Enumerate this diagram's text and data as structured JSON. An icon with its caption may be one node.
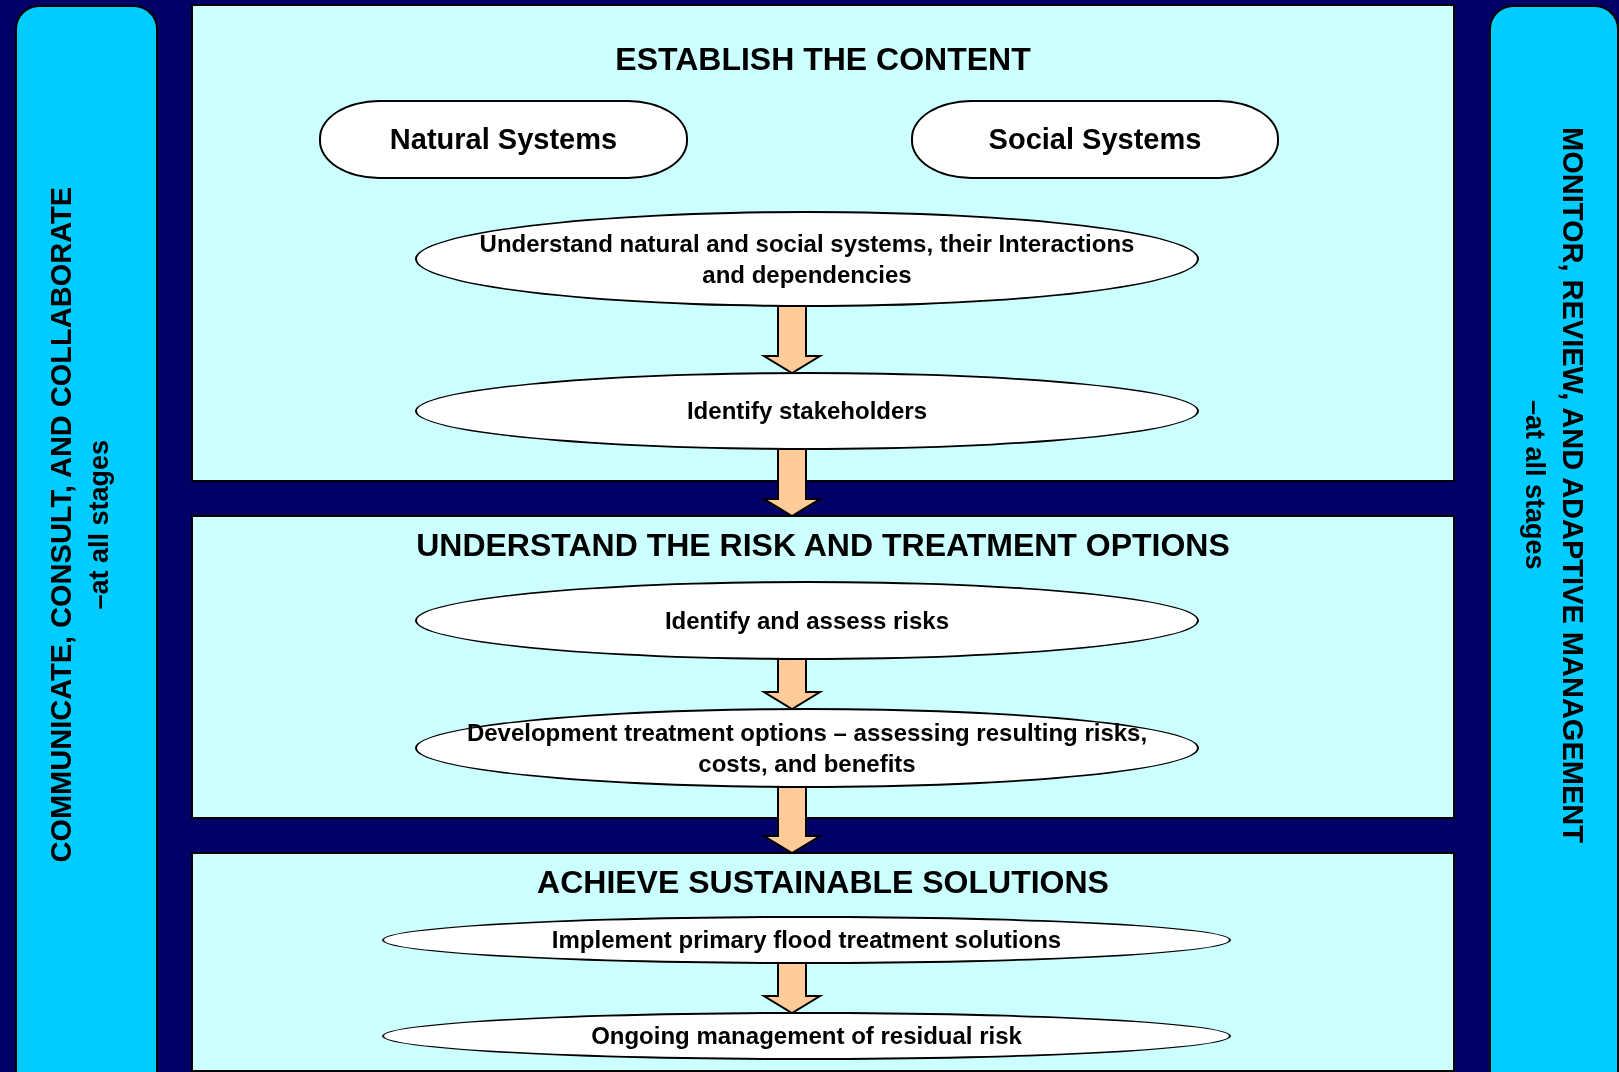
{
  "diagram": {
    "nodes": [
      {
        "text": [
          "COMMUNICATE, CONSULT, AND COLLABORATE",
          "–at all stages"
        ]
      },
      {
        "text": [
          "ESTABLISH THE CONTENT"
        ]
      },
      {
        "text": [
          "Natural Systems"
        ],
        "in": 1
      },
      {
        "text": [
          "Social Systems"
        ],
        "in": 1
      },
      {
        "text": [
          "Understand natural and social systems, their Interactions and dependencies"
        ],
        "in": 1
      },
      {
        "text": [
          "Identify stakeholders"
        ],
        "in": 1
      },
      {
        "text": [
          "UNDERSTAND THE RISK AND TREATMENT OPTIONS"
        ]
      },
      {
        "text": [
          "Identify and assess risks"
        ],
        "in": 6
      },
      {
        "text": [
          "Development treatment options – assessing resulting risks, costs, and benefits"
        ],
        "in": 6
      },
      {
        "text": [
          "ACHIEVE SUSTAINABLE SOLUTIONS"
        ]
      },
      {
        "text": [
          "Implement primary flood treatment solutions"
        ],
        "in": 9
      },
      {
        "text": [
          "Ongoing management of residual risk"
        ],
        "in": 9
      },
      {
        "text": [
          "MONITOR, REVIEW, AND ADAPTIVE MANAGEMENT",
          "–at all stages"
        ]
      }
    ],
    "edges": [
      {
        "from": 4,
        "to": 5,
        "arrow": "to"
      },
      {
        "from": 5,
        "to": 6,
        "arrow": "to"
      },
      {
        "from": 7,
        "to": 8,
        "arrow": "to"
      },
      {
        "from": 8,
        "to": 9,
        "arrow": "to"
      },
      {
        "from": 10,
        "to": 11,
        "arrow": "to"
      }
    ]
  }
}
